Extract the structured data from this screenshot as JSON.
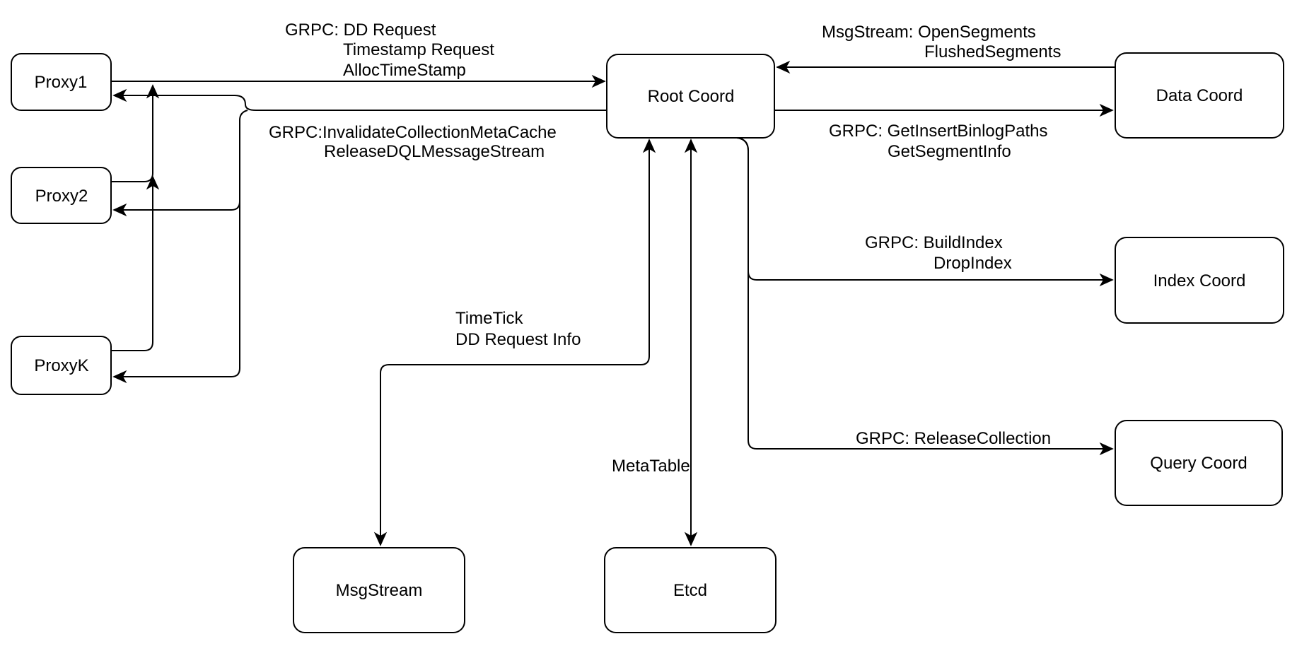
{
  "diagram": {
    "background_color": "#ffffff",
    "line_color": "#000000",
    "node_fill_color": "#ffffff",
    "text_color": "#000000",
    "nodes": {
      "proxy1": {
        "label": "Proxy1"
      },
      "proxy2": {
        "label": "Proxy2"
      },
      "proxyk": {
        "label": "ProxyK"
      },
      "root_coord": {
        "label": "Root Coord"
      },
      "data_coord": {
        "label": "Data Coord"
      },
      "index_coord": {
        "label": "Index Coord"
      },
      "query_coord": {
        "label": "Query Coord"
      },
      "msgstream": {
        "label": "MsgStream"
      },
      "etcd": {
        "label": "Etcd"
      }
    },
    "edge_labels": {
      "proxies_to_root": {
        "lines": [
          "GRPC: DD Request",
          "Timestamp Request",
          "AllocTimeStamp"
        ]
      },
      "root_to_proxies": {
        "lines": [
          "GRPC:InvalidateCollectionMetaCache",
          "ReleaseDQLMessageStream"
        ]
      },
      "data_to_root": {
        "lines": [
          "MsgStream: OpenSegments",
          "FlushedSegments"
        ]
      },
      "root_to_data": {
        "lines": [
          "GRPC: GetInsertBinlogPaths",
          "GetSegmentInfo"
        ]
      },
      "root_to_index": {
        "lines": [
          "GRPC: BuildIndex",
          "DropIndex"
        ]
      },
      "root_to_query": {
        "lines": [
          "GRPC: ReleaseCollection"
        ]
      },
      "root_to_msgstream": {
        "lines": [
          "TimeTick",
          "DD Request Info"
        ]
      },
      "root_to_etcd": {
        "lines": [
          "MetaTable"
        ]
      }
    },
    "edges": [
      {
        "from": "Proxy1",
        "to": "Root Coord",
        "label_key": "proxies_to_root",
        "bidirectional": false
      },
      {
        "from": "Proxy2",
        "to": "Root Coord",
        "label_key": "proxies_to_root",
        "bidirectional": false
      },
      {
        "from": "ProxyK",
        "to": "Root Coord",
        "label_key": "proxies_to_root",
        "bidirectional": false
      },
      {
        "from": "Root Coord",
        "to": "Proxy1",
        "label_key": "root_to_proxies",
        "bidirectional": false
      },
      {
        "from": "Root Coord",
        "to": "Proxy2",
        "label_key": "root_to_proxies",
        "bidirectional": false
      },
      {
        "from": "Root Coord",
        "to": "ProxyK",
        "label_key": "root_to_proxies",
        "bidirectional": false
      },
      {
        "from": "Data Coord",
        "to": "Root Coord",
        "label_key": "data_to_root",
        "bidirectional": false
      },
      {
        "from": "Root Coord",
        "to": "Data Coord",
        "label_key": "root_to_data",
        "bidirectional": false
      },
      {
        "from": "Root Coord",
        "to": "Index Coord",
        "label_key": "root_to_index",
        "bidirectional": false
      },
      {
        "from": "Root Coord",
        "to": "Query Coord",
        "label_key": "root_to_query",
        "bidirectional": false
      },
      {
        "from": "Root Coord",
        "to": "MsgStream",
        "label_key": "root_to_msgstream",
        "bidirectional": true
      },
      {
        "from": "Root Coord",
        "to": "Etcd",
        "label_key": "root_to_etcd",
        "bidirectional": true
      }
    ]
  }
}
